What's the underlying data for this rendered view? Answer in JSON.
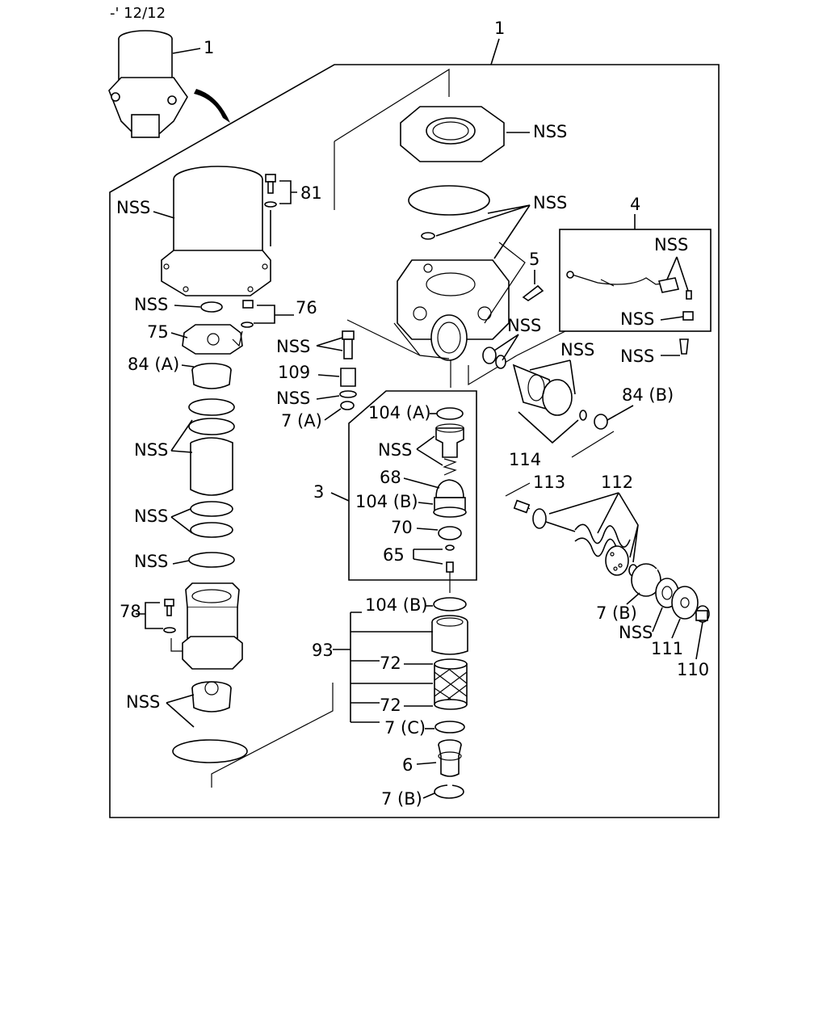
{
  "header": {
    "range": "-' 12/12"
  },
  "ref_assembly": "1",
  "labels": {
    "top_assembly": "1",
    "l_81": "81",
    "nss_canister": "NSS",
    "nss_cap": "NSS",
    "l_76": "76",
    "l_75": "75",
    "l_84a": "84 (A)",
    "nss_cartridge": "NSS",
    "nss_filters": "NSS",
    "nss_oring_mid": "NSS",
    "l_78": "78",
    "nss_bottom": "NSS",
    "nss_top_cover": "NSS",
    "nss_oring_top": "NSS",
    "l_5": "5",
    "l_4": "4",
    "nss_heater_a": "NSS",
    "nss_heater_b": "NSS",
    "nss_heater_c": "NSS",
    "nss_side_a": "NSS",
    "nss_side_b": "NSS",
    "l_84b": "84 (B)",
    "l_114": "114",
    "nss_valve_stack": "NSS",
    "l_109": "109",
    "nss_valve_ring": "NSS",
    "l_7a": "7 (A)",
    "l_104a": "104 (A)",
    "nss_piston": "NSS",
    "l_68": "68",
    "l_3": "3",
    "l_104b_1": "104 (B)",
    "l_70": "70",
    "l_65": "65",
    "l_113": "113",
    "l_112": "112",
    "l_104b_2": "104 (B)",
    "l_93": "93",
    "l_72a": "72",
    "l_72b": "72",
    "l_7c": "7 (C)",
    "l_6": "6",
    "l_7b_1": "7 (B)",
    "l_7b_2": "7 (B)",
    "nss_check": "NSS",
    "l_111": "111",
    "l_110": "110"
  },
  "icons": [
    "dryer-assembly-icon",
    "canister-icon",
    "valve-body-icon",
    "heater-icon",
    "spring-icon",
    "filter-icon",
    "o-ring-icon",
    "bolt-icon"
  ]
}
